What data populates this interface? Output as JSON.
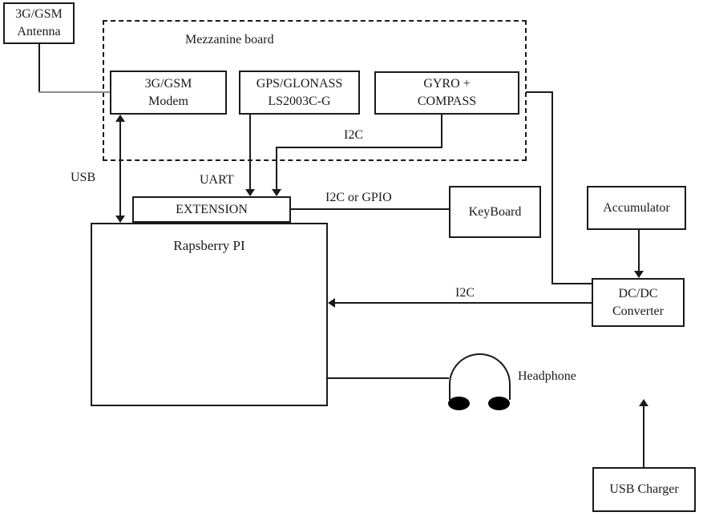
{
  "diagram": {
    "mezzanine_label": "Mezzanine board",
    "boxes": {
      "antenna": {
        "line1": "3G/GSM",
        "line2": "Antenna"
      },
      "modem": {
        "line1": "3G/GSM",
        "line2": "Modem"
      },
      "gps": {
        "line1": "GPS/GLONASS",
        "line2": "LS2003C-G"
      },
      "gyro": {
        "line1": "GYRO +",
        "line2": "COMPASS"
      },
      "extension": {
        "label": "EXTENSION"
      },
      "raspberry": {
        "label": "Rapsberry PI"
      },
      "keyboard": {
        "label": "KeyBoard"
      },
      "accumulator": {
        "label": "Accumulator"
      },
      "dcdc": {
        "line1": "DC/DC",
        "line2": "Converter"
      },
      "usb_charger": {
        "label": "USB Charger"
      }
    },
    "bus_labels": {
      "usb": "USB",
      "uart": "UART",
      "i2c_mezzanine": "I2C",
      "i2c_or_gpio": "I2C or GPIO",
      "i2c_power": "I2C",
      "headphone": "Headphone"
    },
    "colors": {
      "line": "#1a1a1a",
      "antenna_wire": "#8c8c8c",
      "background": "#ffffff"
    }
  }
}
